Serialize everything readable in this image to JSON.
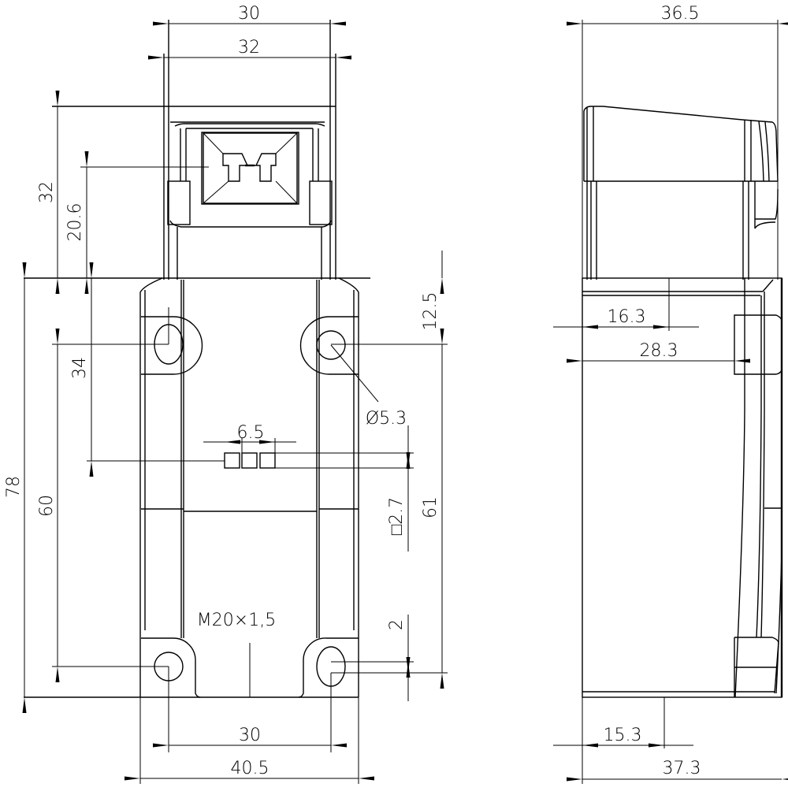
{
  "drawing": {
    "title": "Safety switch housing - dimensional drawing",
    "units": "mm",
    "stroke_color": "#000000",
    "background": "#ffffff"
  },
  "front_view": {
    "dims": {
      "actuator_width_30": "30",
      "actuator_width_32": "32",
      "head_height": "32",
      "slot_height": "20.6",
      "overall_height": "78",
      "hole_spacing_vertical": "60",
      "top_to_contact": "34",
      "top_to_hole": "12.5",
      "hole_diameter": "Ø5.3",
      "contact_pitch": "6.5",
      "contact_square": "□2.7",
      "hole_to_hole_right": "61",
      "slot_offset": "2",
      "thread": "M20×1,5",
      "hole_spacing_horizontal": "30",
      "overall_width": "40.5"
    }
  },
  "side_view": {
    "dims": {
      "head_depth": "36.5",
      "axis_offset_top": "16.3",
      "depth_to_actuator": "28.3",
      "axis_offset_bottom": "15.3",
      "overall_depth": "37.3"
    }
  }
}
